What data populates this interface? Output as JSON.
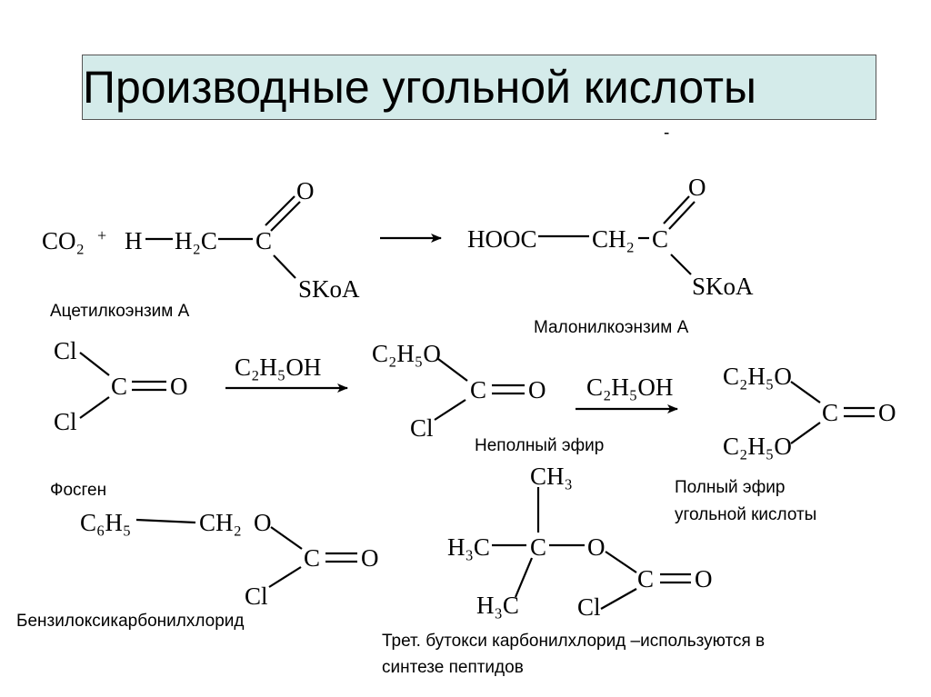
{
  "title": "Производные угольной кислоты",
  "dash_mark": "-",
  "reaction1": {
    "co2": "CO₂",
    "plus": "+",
    "h": "H",
    "h2c": "H₂C",
    "c": "C",
    "o": "O",
    "skoa": "SKoA",
    "label": "Ацетилкоэнзим А",
    "product_hooc": "HOOC",
    "product_ch2": "CH₂",
    "product_c": "C",
    "product_o": "O",
    "product_skoa": "SKoA",
    "product_label": "Малонилкоэнзим А"
  },
  "reaction2": {
    "cl1": "Cl",
    "cl2": "Cl",
    "c": "C",
    "o": "O",
    "label": "Фосген",
    "reagent1": "C₂H₅OH",
    "mid_c2h5o": "C₂H₅O",
    "mid_c": "C",
    "mid_o": "O",
    "mid_cl": "Cl",
    "mid_label": "Неполный эфир",
    "reagent2": "C₂H₅OH",
    "full_c2h5o_1": "C₂H₅O",
    "full_c2h5o_2": "C₂H₅O",
    "full_c": "C",
    "full_o": "O",
    "full_label_line1": "Полный эфир",
    "full_label_line2": "угольной кислоты"
  },
  "benzyl": {
    "c6h5": "C₆H₅",
    "ch2": "CH₂",
    "o1": "O",
    "c": "C",
    "o2": "O",
    "cl": "Cl",
    "label": "Бензилоксикарбонилхлорид"
  },
  "tbutoxy": {
    "ch3": "CH₃",
    "h3c_1": "H₃C",
    "c_center": "C",
    "o1": "O",
    "h3c_2": "H₃C",
    "c": "C",
    "o2": "O",
    "cl": "Cl",
    "label_line1": "Трет. бутокси карбонилхлорид –используются в",
    "label_line2": "синтезе пептидов"
  }
}
